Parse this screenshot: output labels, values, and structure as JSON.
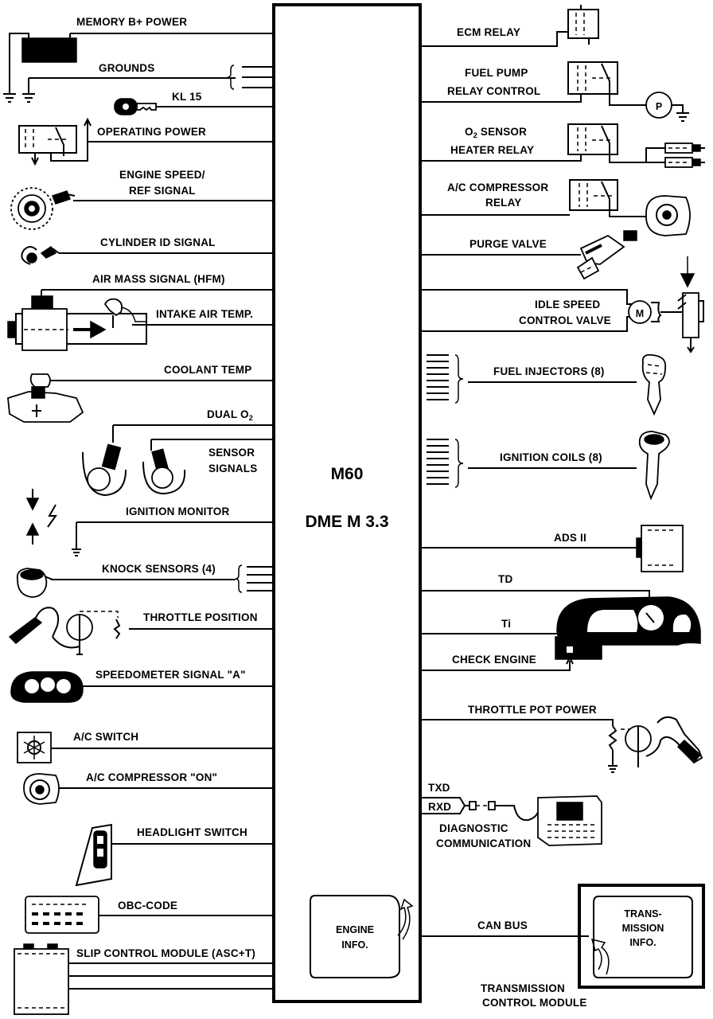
{
  "ecu": {
    "model": "M60",
    "name": "DME M 3.3",
    "engine_info": [
      "ENGINE",
      "INFO."
    ]
  },
  "inputs": {
    "memory_power": "MEMORY B+ POWER",
    "grounds": "GROUNDS",
    "kl15": "KL 15",
    "operating_power": "OPERATING POWER",
    "engine_speed": [
      "ENGINE SPEED/",
      "REF SIGNAL"
    ],
    "cylinder_id": "CYLINDER ID SIGNAL",
    "air_mass": "AIR MASS SIGNAL (HFM)",
    "intake_air_temp": "INTAKE AIR TEMP.",
    "coolant_temp": "COOLANT TEMP",
    "dual_o2": "DUAL O",
    "o2_sub": "2",
    "sensor_signals": [
      "SENSOR",
      "SIGNALS"
    ],
    "ignition_monitor": "IGNITION MONITOR",
    "knock_sensors": "KNOCK SENSORS (4)",
    "throttle_position": "THROTTLE POSITION",
    "speedometer": "SPEEDOMETER SIGNAL \"A\"",
    "ac_switch": "A/C SWITCH",
    "ac_compressor_on": "A/C COMPRESSOR \"ON\"",
    "headlight_switch": "HEADLIGHT SWITCH",
    "obc_code": "OBC-CODE",
    "slip_control": "SLIP CONTROL MODULE (ASC+T)"
  },
  "outputs": {
    "ecm_relay": "ECM RELAY",
    "fuel_pump": [
      "FUEL PUMP",
      "RELAY CONTROL"
    ],
    "o2_heater_line1_pre": "O",
    "o2_heater_line1_sub": "2",
    "o2_heater_line1_post": " SENSOR",
    "o2_heater_line2": "HEATER RELAY",
    "ac_relay": [
      "A/C COMPRESSOR",
      "RELAY"
    ],
    "purge_valve": "PURGE VALVE",
    "idle_speed": [
      "IDLE SPEED",
      "CONTROL VALVE"
    ],
    "fuel_injectors": "FUEL INJECTORS (8)",
    "ignition_coils": "IGNITION COILS (8)",
    "ads": "ADS II",
    "td": "TD",
    "ti": "Ti",
    "check_engine": "CHECK ENGINE",
    "throttle_pot_power": "THROTTLE POT POWER",
    "txd": "TXD",
    "rxd": "RXD",
    "diagnostic": [
      "DIAGNOSTIC",
      "COMMUNICATION"
    ],
    "can_bus": "CAN BUS",
    "trans_info": [
      "TRANS-",
      "MISSION",
      "INFO."
    ],
    "tcm": [
      "TRANSMISSION",
      "CONTROL MODULE"
    ],
    "pump_letter": "P",
    "motor_letter": "M"
  }
}
